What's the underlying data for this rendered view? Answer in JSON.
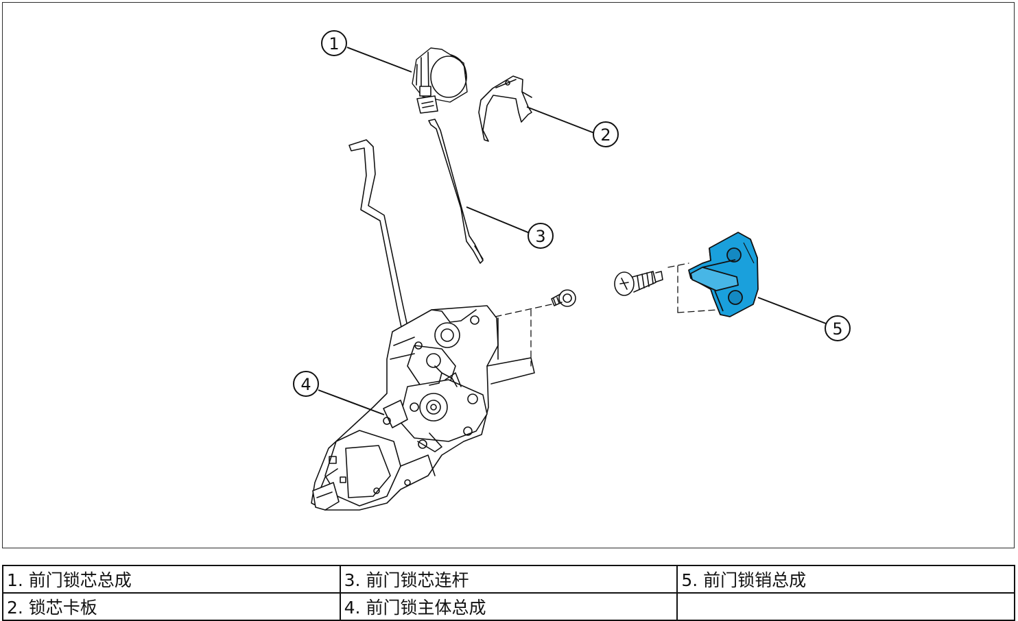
{
  "callouts": [
    "1",
    "2",
    "3",
    "4",
    "5"
  ],
  "legend": [
    [
      "1. 前门锁芯总成",
      "3. 前门锁芯连杆",
      "5. 前门锁销总成"
    ],
    [
      "2. 锁芯卡板",
      "4. 前门锁主体总成",
      ""
    ]
  ],
  "colors": {
    "highlight_part": "#1aa0dc",
    "line": "#111111"
  }
}
